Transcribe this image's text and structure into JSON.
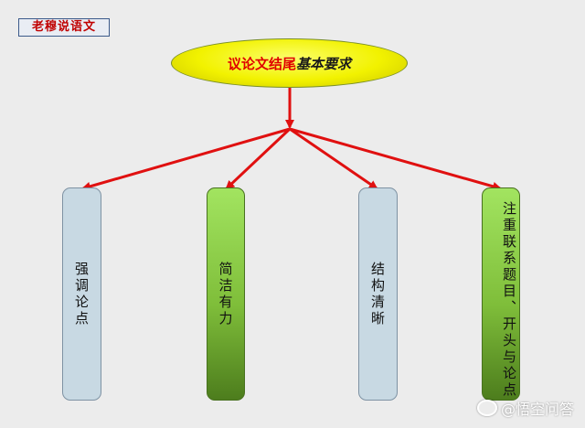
{
  "badge": {
    "label": "老穆说语文"
  },
  "root": {
    "title_red": "议论文结尾",
    "title_dark": "基本要求"
  },
  "items": [
    {
      "label": "强调论点",
      "style": "blue"
    },
    {
      "label": "简洁有力",
      "style": "green"
    },
    {
      "label": "结构清晰",
      "style": "blue"
    },
    {
      "label": "注重联系题目、开头与论点",
      "style": "green"
    }
  ],
  "watermark": {
    "text": "@悟空问答"
  },
  "colors": {
    "background": "#ececec",
    "arrow": "#e01010",
    "ellipse_fill": "#f2f200",
    "box_blue": "#c8d9e3",
    "box_green": "#7fbe3a"
  }
}
